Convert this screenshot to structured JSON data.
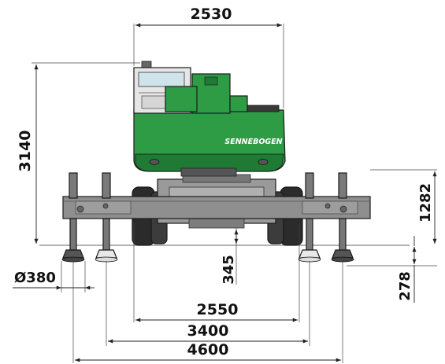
{
  "dimensions": {
    "top_width": "2530",
    "height_total": "3140",
    "height_outrigger": "1282",
    "ground_clearance": "345",
    "pad_diameter": "Ø380",
    "pad_height": "278",
    "width_track": "2550",
    "width_outriggers_inner": "3400",
    "width_outriggers_outer": "4600"
  },
  "brand": {
    "name": "SENNEBOGEN"
  },
  "colors": {
    "machine_green": "#2e9b45",
    "machine_dark_green": "#1f7a33",
    "chassis_gray": "#8a8a8a",
    "dark_gray": "#4a4a4a",
    "line": "#222222"
  }
}
